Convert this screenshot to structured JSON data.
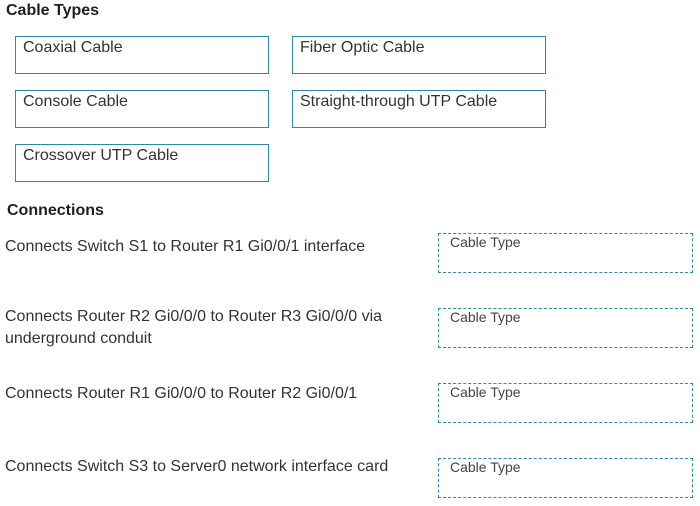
{
  "cable_types": {
    "heading": "Cable Types",
    "items": [
      {
        "label": "Coaxial Cable"
      },
      {
        "label": "Fiber Optic Cable"
      },
      {
        "label": "Console Cable"
      },
      {
        "label": "Straight-through UTP Cable"
      },
      {
        "label": "Crossover UTP Cable"
      }
    ]
  },
  "connections": {
    "heading": "Connections",
    "items": [
      {
        "text": "Connects Switch S1 to Router R1 Gi0/0/1 interface",
        "placeholder": "Cable Type"
      },
      {
        "text": "Connects Router R2 Gi0/0/0 to Router R3 Gi0/0/0 via underground conduit",
        "placeholder": "Cable Type"
      },
      {
        "text": "Connects Router R1 Gi0/0/0 to Router R2 Gi0/0/1",
        "placeholder": "Cable Type"
      },
      {
        "text": "Connects Switch S3 to Server0 network interface card",
        "placeholder": "Cable Type"
      }
    ]
  },
  "colors": {
    "accent": "#2e8aa0"
  }
}
